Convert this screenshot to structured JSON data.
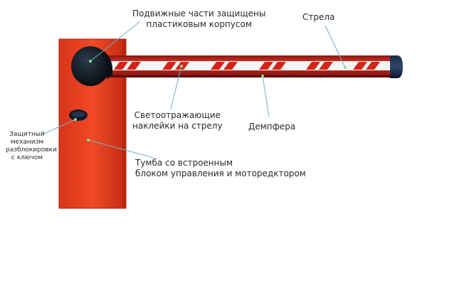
{
  "labels": {
    "moving_parts": [
      "Подвижные части защищены",
      "пластиковым корпусом"
    ],
    "boom": "Стрела",
    "reflective": [
      "Светоотражающие",
      "наклейки на стрелу"
    ],
    "damper": "Демпфера",
    "unlock": [
      "Защитный",
      "механизм",
      "разблокировки",
      "с ключом"
    ],
    "cabinet": [
      "Тумба со встроенным",
      "блоком управления и моторедктором"
    ]
  },
  "colors": {
    "cabinet": "#e0391c",
    "boom": "#c8201a",
    "motor_cover": "#0f1620",
    "leader_line": "#6fb2c4",
    "dot": "#8ee08e"
  }
}
